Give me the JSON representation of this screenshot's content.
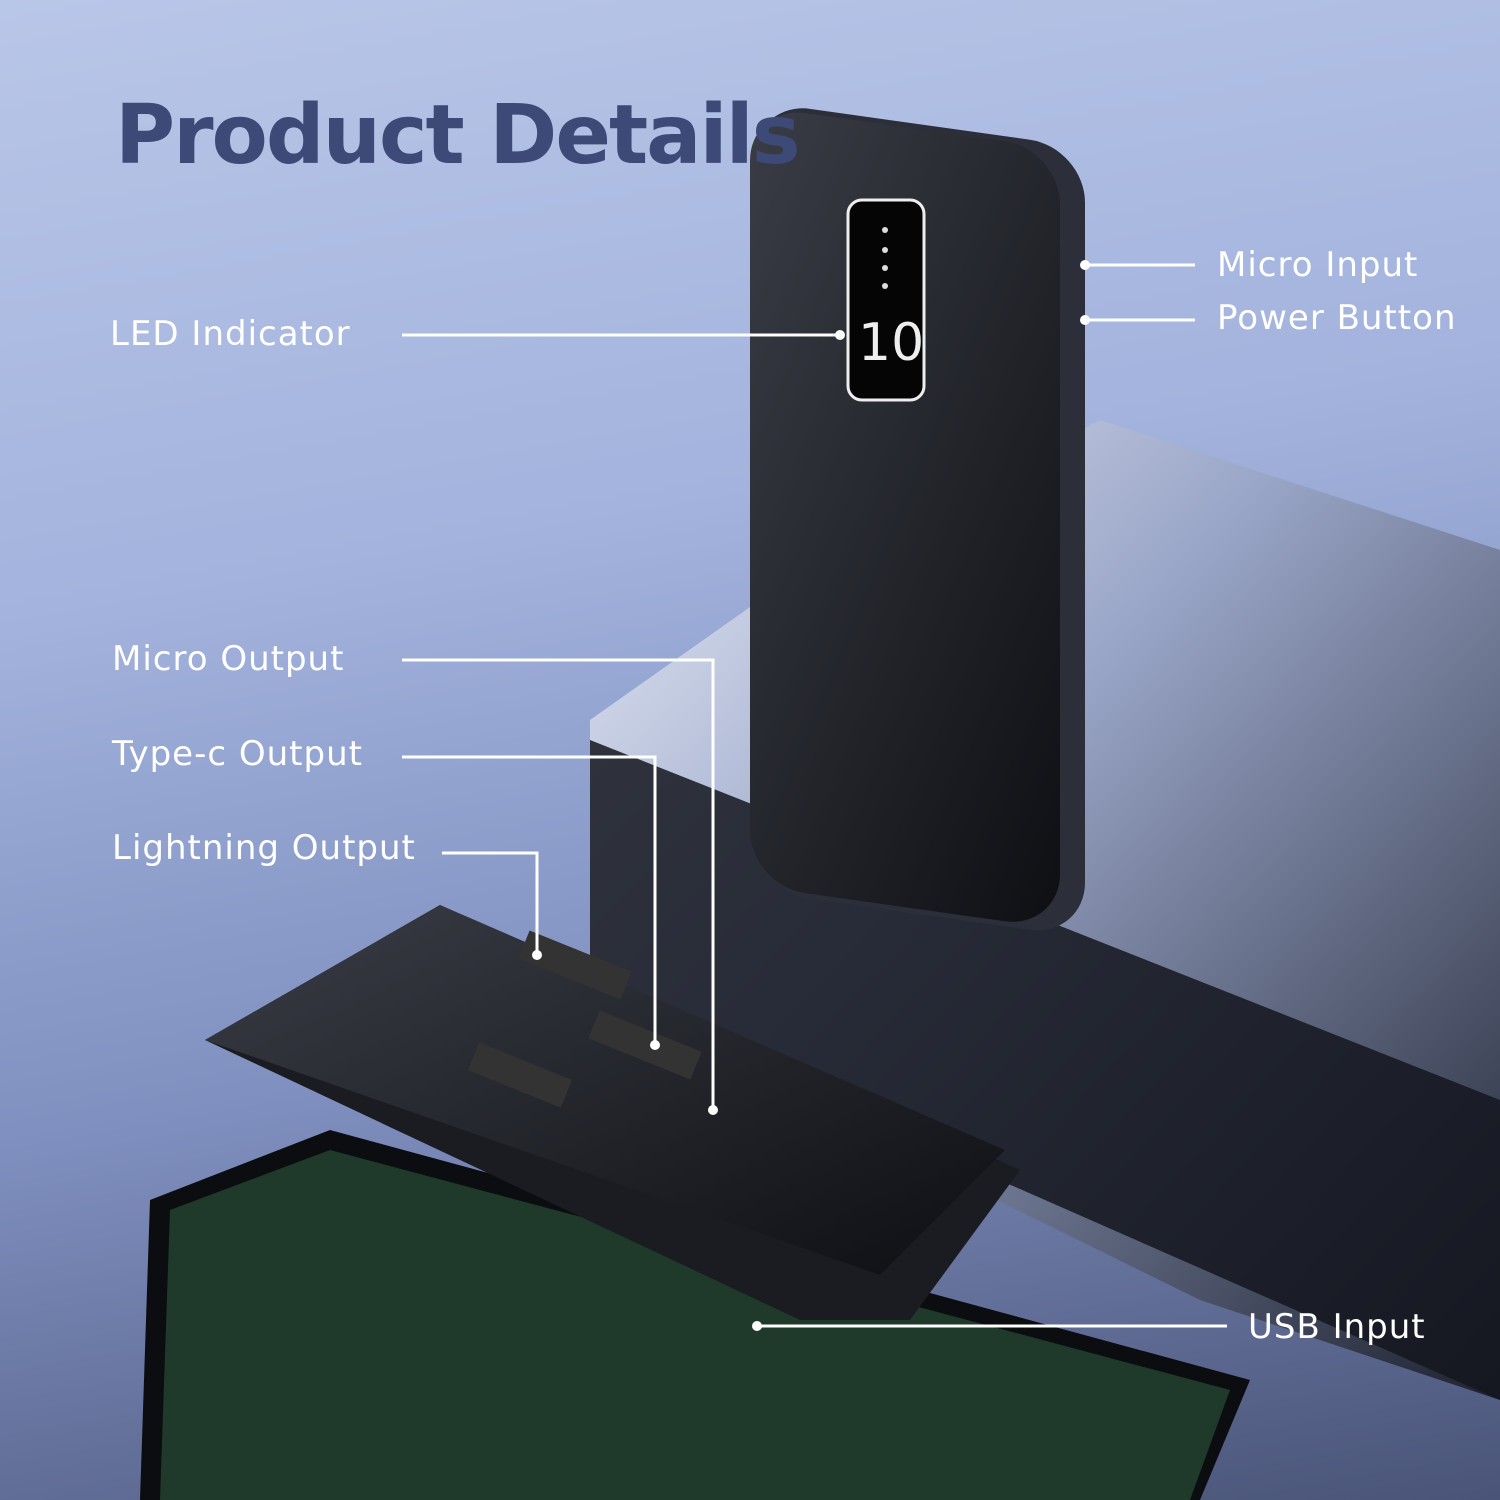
{
  "title": "Product Details",
  "labels": {
    "led_indicator": "LED Indicator",
    "micro_input": "Micro Input",
    "power_button": "Power Button",
    "micro_output": "Micro Output",
    "typec_output": "Type-c Output",
    "lightning_output": "Lightning Output",
    "usb_input": "USB Input"
  },
  "display": {
    "capacity": "10"
  },
  "colors": {
    "title": "#3d4a78",
    "label": "#ffffff",
    "device": "#1a1c22"
  }
}
